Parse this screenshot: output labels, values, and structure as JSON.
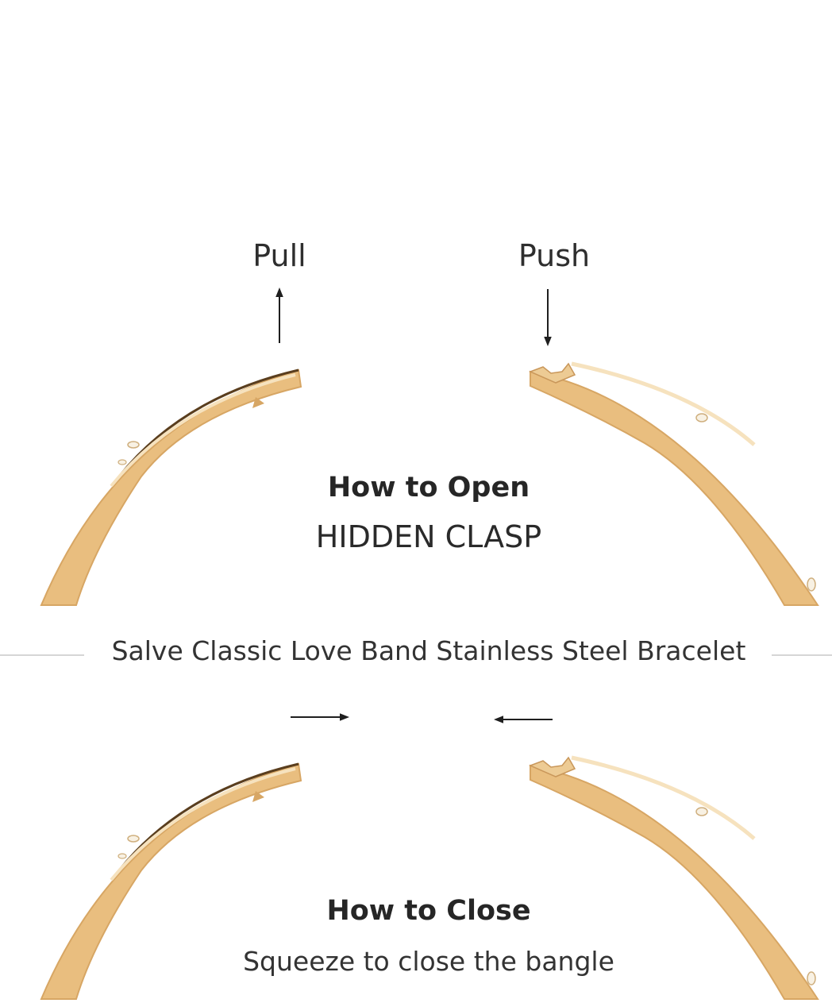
{
  "open_section": {
    "pull_label": "Pull",
    "push_label": "Push",
    "title": "How to Open",
    "subtitle": "HIDDEN CLASP"
  },
  "product": {
    "name": "Salve Classic Love Band Stainless Steel Bracelet"
  },
  "close_section": {
    "title": "How to Close",
    "subtitle": "Squeeze to close the bangle"
  },
  "colors": {
    "gold": "#E9BE7F",
    "gold_edge": "#D7A664",
    "gold_highlight": "#F6E2BE",
    "dark_edge": "#5A3E1E",
    "text": "#2E2E2E",
    "divider": "#C8C8C8"
  }
}
